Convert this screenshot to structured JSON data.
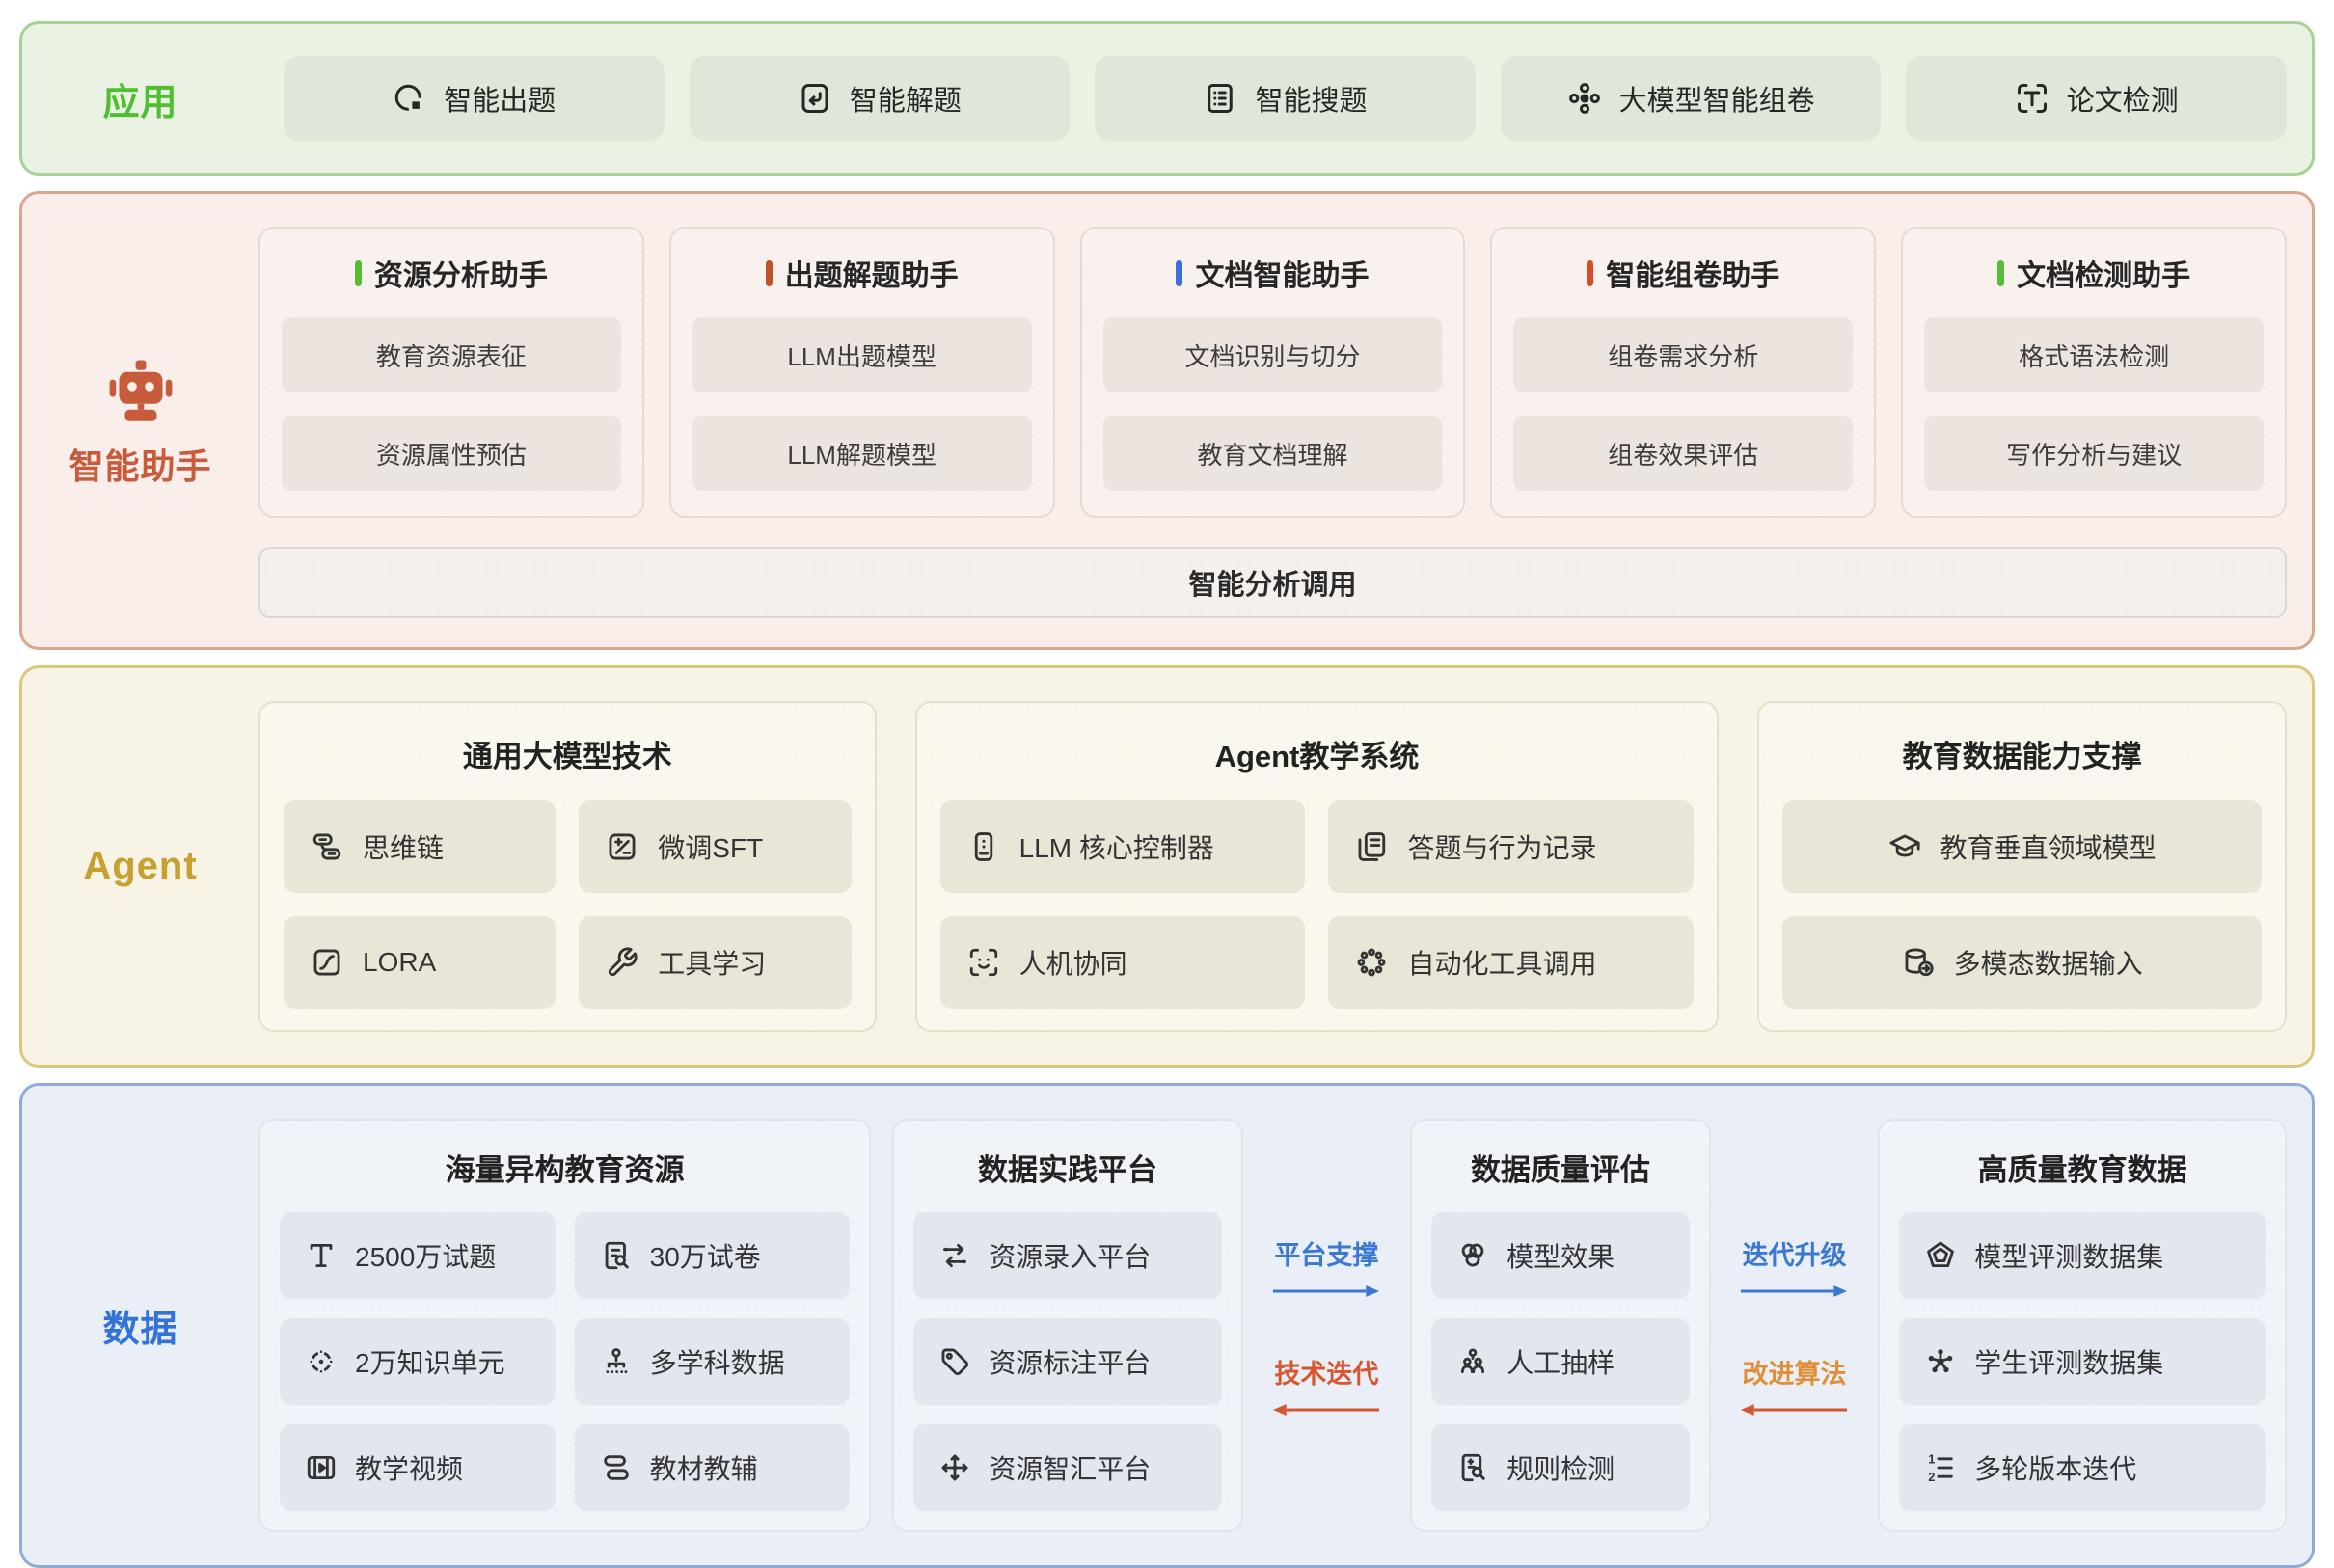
{
  "colors": {
    "app_band_bg": "#eaf3e3",
    "app_border": "#a6d394",
    "app_label": "#4fbe31",
    "assistant_band_bg": "#f9eeea",
    "assistant_border": "#daa68c",
    "assistant_label": "#c75b3b",
    "agent_band_bg": "#f7f4e6",
    "agent_border": "#d8c87c",
    "agent_label": "#c7a032",
    "data_band_bg": "#e9eef7",
    "data_border": "#8fabd8",
    "data_label": "#3272d9",
    "flow_blue": "#3a78d2",
    "flow_orange": "#d5562f",
    "flow_orange_alt": "#df8f35"
  },
  "app": {
    "label": "应用",
    "items": [
      {
        "icon": "quiz-generation-icon",
        "label": "智能出题"
      },
      {
        "icon": "problem-solving-icon",
        "label": "智能解题"
      },
      {
        "icon": "question-search-icon",
        "label": "智能搜题"
      },
      {
        "icon": "llm-paper-assembly-icon",
        "label": "大模型智能组卷"
      },
      {
        "icon": "paper-detection-icon",
        "label": "论文检测"
      }
    ]
  },
  "assistant": {
    "label": "智能助手",
    "cards": [
      {
        "title": "资源分析助手",
        "accent": "#57bd37",
        "items": [
          "教育资源表征",
          "资源属性预估"
        ]
      },
      {
        "title": "出题解题助手",
        "accent": "#c05229",
        "items": [
          "LLM出题模型",
          "LLM解题模型"
        ]
      },
      {
        "title": "文档智能助手",
        "accent": "#3b6fd9",
        "items": [
          "文档识别与切分",
          "教育文档理解"
        ]
      },
      {
        "title": "智能组卷助手",
        "accent": "#d64c28",
        "items": [
          "组卷需求分析",
          "组卷效果评估"
        ]
      },
      {
        "title": "文档检测助手",
        "accent": "#57bd37",
        "items": [
          "格式语法检测",
          "写作分析与建议"
        ]
      }
    ],
    "footer": "智能分析调用"
  },
  "agent": {
    "label": "Agent",
    "cards": [
      {
        "title": "通用大模型技术",
        "items": [
          {
            "icon": "chain-of-thought-icon",
            "label": "思维链"
          },
          {
            "icon": "finetune-sft-icon",
            "label": "微调SFT"
          },
          {
            "icon": "lora-icon",
            "label": "LORA"
          },
          {
            "icon": "tool-learning-icon",
            "label": "工具学习"
          }
        ]
      },
      {
        "title": "Agent教学系统",
        "items": [
          {
            "icon": "llm-controller-icon",
            "label": "LLM 核心控制器"
          },
          {
            "icon": "answer-record-icon",
            "label": "答题与行为记录"
          },
          {
            "icon": "human-machine-icon",
            "label": "人机协同"
          },
          {
            "icon": "auto-tool-call-icon",
            "label": "自动化工具调用"
          }
        ]
      },
      {
        "title": "教育数据能力支撑",
        "items": [
          {
            "icon": "edu-domain-model-icon",
            "label": "教育垂直领域模型"
          },
          {
            "icon": "multimodal-input-icon",
            "label": "多模态数据输入"
          }
        ]
      }
    ]
  },
  "data": {
    "label": "数据",
    "cards": [
      {
        "title": "海量异构教育资源",
        "items": [
          {
            "icon": "text-type-icon",
            "label": "2500万试题"
          },
          {
            "icon": "exam-paper-icon",
            "label": "30万试卷"
          },
          {
            "icon": "knowledge-unit-icon",
            "label": "2万知识单元"
          },
          {
            "icon": "multi-subject-icon",
            "label": "多学科数据"
          },
          {
            "icon": "teaching-video-icon",
            "label": "教学视频"
          },
          {
            "icon": "textbook-icon",
            "label": "教材教辅"
          }
        ]
      },
      {
        "title": "数据实践平台",
        "items": [
          {
            "icon": "resource-entry-icon",
            "label": "资源录入平台"
          },
          {
            "icon": "resource-tag-icon",
            "label": "资源标注平台"
          },
          {
            "icon": "resource-hub-icon",
            "label": "资源智汇平台"
          }
        ]
      },
      {
        "title": "数据质量评估",
        "items": [
          {
            "icon": "model-effect-icon",
            "label": "模型效果"
          },
          {
            "icon": "manual-sampling-icon",
            "label": "人工抽样"
          },
          {
            "icon": "rule-check-icon",
            "label": "规则检测"
          }
        ]
      },
      {
        "title": "高质量教育数据",
        "items": [
          {
            "icon": "model-eval-dataset-icon",
            "label": "模型评测数据集"
          },
          {
            "icon": "student-eval-dataset-icon",
            "label": "学生评测数据集"
          },
          {
            "icon": "version-iteration-icon",
            "label": "多轮版本迭代"
          }
        ]
      }
    ],
    "flows": [
      {
        "forward": "平台支撑",
        "backward": "技术迭代"
      },
      {
        "forward": "迭代升级",
        "backward": "改进算法"
      }
    ]
  }
}
